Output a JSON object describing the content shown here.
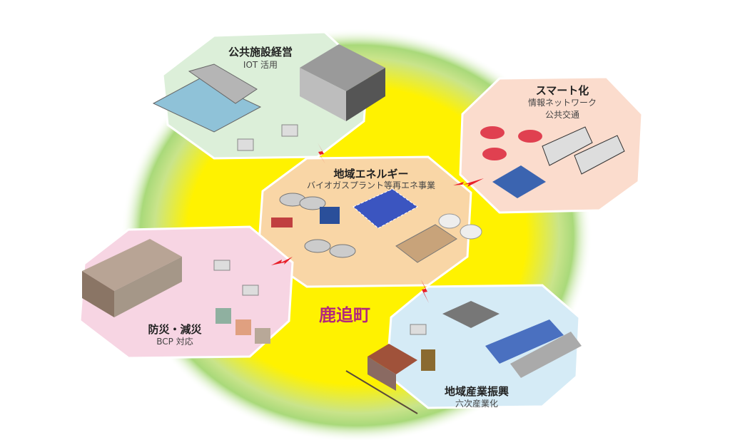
{
  "town": "鹿追町",
  "hubs": [
    {
      "title": "公共施設経営",
      "lines": [
        "IOT 活用"
      ],
      "color": "#dcefd9"
    },
    {
      "title": "スマート化",
      "lines": [
        "情報ネットワーク",
        "公共交通"
      ],
      "color": "#fbdccd"
    },
    {
      "title": "地域エネルギー",
      "lines": [
        "バイオガスプラント等再エネ事業"
      ],
      "color": "#f9d6a6"
    },
    {
      "title": "防災・減災",
      "lines": [
        "BCP 対応"
      ],
      "color": "#f7d5e3"
    },
    {
      "title": "地域産業振興",
      "lines": [
        "六次産業化"
      ],
      "color": "#d5ebf6"
    }
  ],
  "colors": {
    "glow": "#fff200",
    "ring": "#9fd36b",
    "bolt": "#e8202a",
    "town": "#b3287b"
  }
}
